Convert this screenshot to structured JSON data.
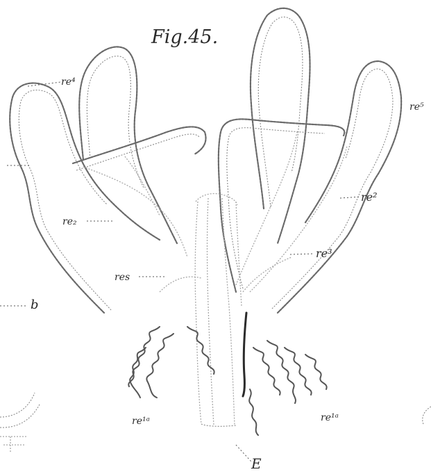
{
  "figure": {
    "title": "Fig.45.",
    "labels": {
      "re4": "re⁴",
      "re5": "re⁵",
      "re2_right": "re²",
      "re2_left": "re₂",
      "re3": "re³",
      "res": "res",
      "b": "b",
      "re1_left": "re¹ᵃ",
      "re1_right": "re¹ᵃ",
      "e": "E"
    }
  }
}
